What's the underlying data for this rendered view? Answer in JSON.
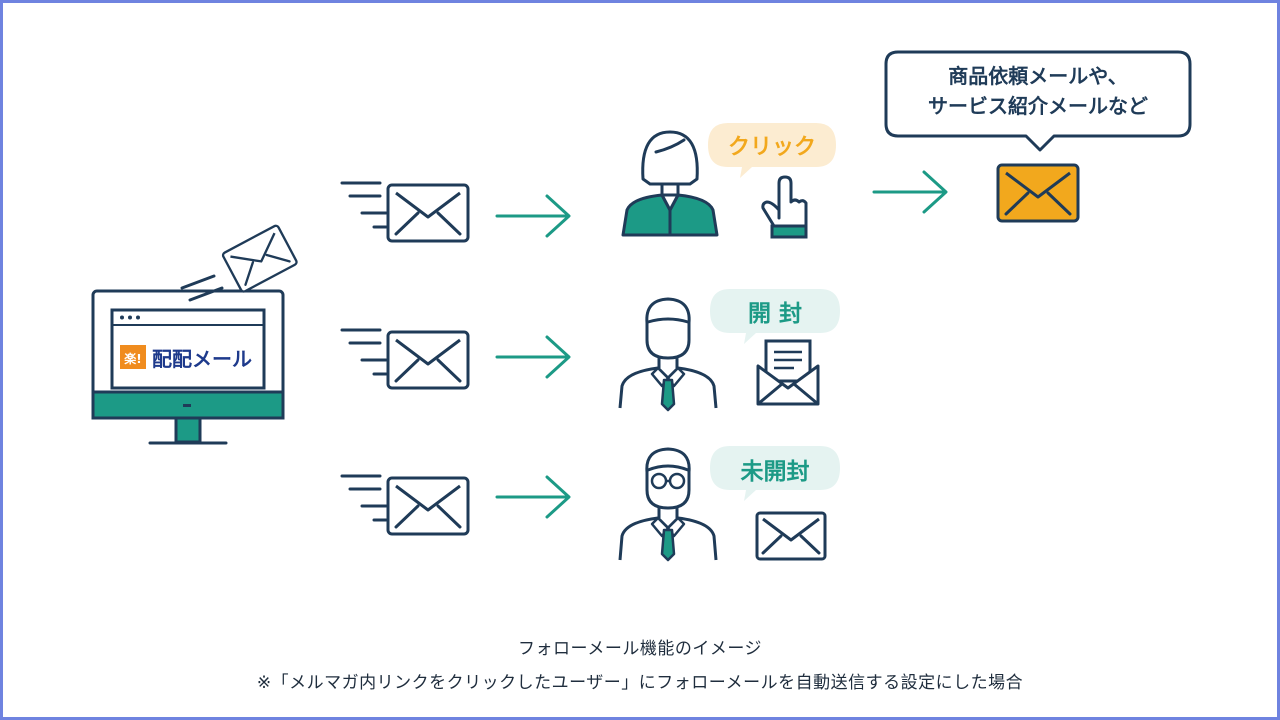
{
  "diagram": {
    "logo": {
      "mark": "楽!",
      "name": "配配メール"
    },
    "callout": {
      "line1": "商品依頼メールや、",
      "line2": "サービス紹介メールなど"
    },
    "rows": [
      {
        "action_label": "クリック",
        "icon": "pointer-hand-icon",
        "person": "woman-avatar-icon"
      },
      {
        "action_label": "開 封",
        "icon": "open-letter-icon",
        "person": "man-avatar-icon"
      },
      {
        "action_label": "未開封",
        "icon": "closed-envelope-icon",
        "person": "man-glasses-avatar-icon"
      }
    ],
    "colors": {
      "navy": "#1f3b58",
      "teal": "#1c9a86",
      "orange": "#f2a81d",
      "bubble_click": "#fcecd1",
      "bubble_other": "#e5f3f1",
      "logo_orange": "#f08c1e",
      "logo_blue": "#1e3a8c"
    }
  },
  "caption": {
    "line1": "フォローメール機能のイメージ",
    "line2": "※「メルマガ内リンクをクリックしたユーザー」にフォローメールを自動送信する設定にした場合"
  }
}
